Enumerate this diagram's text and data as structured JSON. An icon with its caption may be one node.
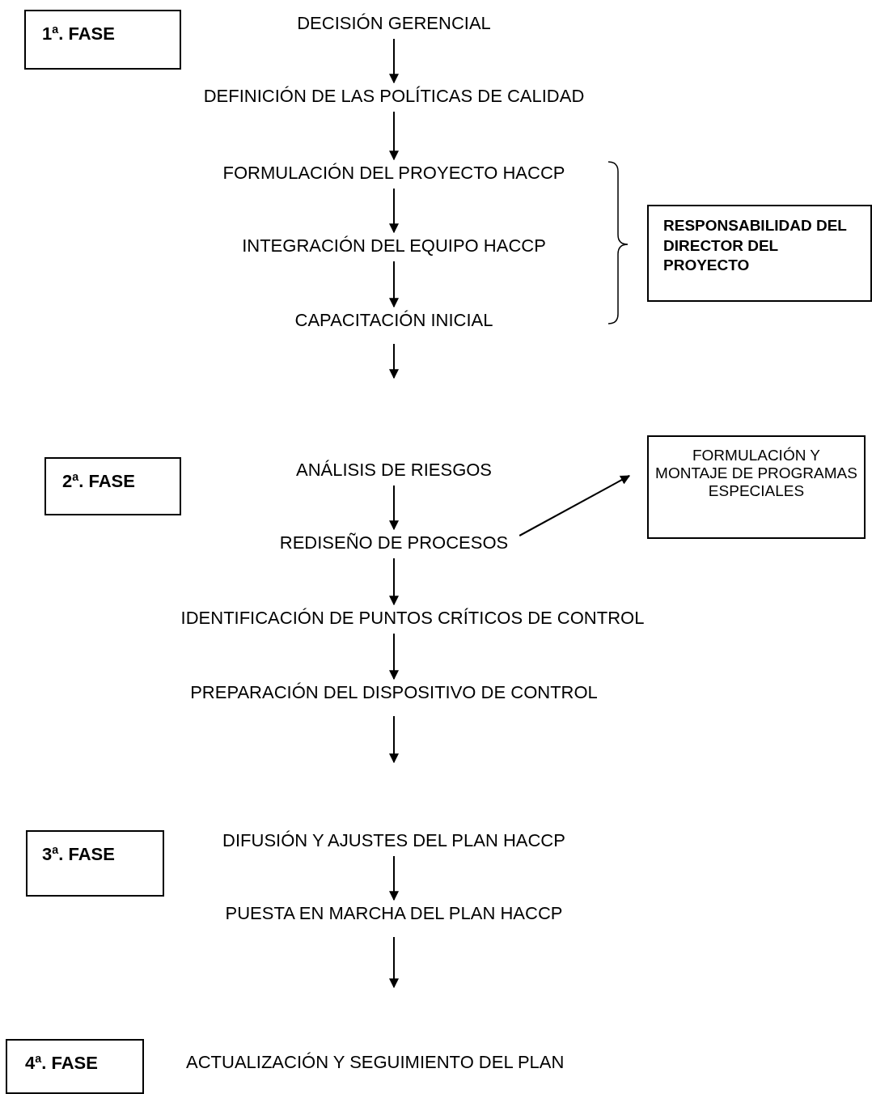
{
  "diagram": {
    "nodes": [
      {
        "text": [
          "1$^{a}$. FASE"
        ]
      },
      {
        "text": [
          "DECISIÓN GERENCIAL"
        ]
      },
      {
        "text": [
          "DEFINICIÓN DE LAS POLÍTICAS DE CALIDAD"
        ]
      },
      {
        "text": [
          "FORMULACIÓN DEL PROYECTO HACCP"
        ]
      },
      {
        "text": [
          "INTEGRACIÓN DEL EQUIPO HACCP"
        ]
      },
      {
        "text": [
          "CAPACITACIÓN INICIAL"
        ]
      },
      {
        "text": [
          "RESPONSABILIDAD DEL DIRECTOR DEL PROYECTO"
        ]
      },
      {
        "text": [
          "2$^{a}$. FASE"
        ]
      },
      {
        "text": [
          "ANÁLISIS DE RIESGOS"
        ]
      },
      {
        "text": [
          "FORMULACIÓN Y MONTAJE DE PROGRAMAS ESPECIALES"
        ]
      },
      {
        "text": [
          "REDISEÑO DE PROCESOS"
        ]
      },
      {
        "text": [
          "IDENTIFICACIÓN DE PUNTOS CRÍTICOS DE CONTROL"
        ]
      },
      {
        "text": [
          "PREPARACIÓN DEL DISPOSITIVO DE CONTROL"
        ]
      },
      {
        "text": [
          "3$^{a}$. FASE"
        ]
      },
      {
        "text": [
          "DIFUSIÓN Y AJUSTES DEL PLAN HACCP"
        ]
      },
      {
        "text": [
          "PUESTA EN MARCHA DEL PLAN HACCP"
        ]
      },
      {
        "text": [
          "4$^{a}$. FASE"
        ]
      },
      {
        "text": [
          "ACTUALIZACIÓN Y SEGUIMIENTO DEL PLAN"
        ]
      }
    ],
    "edges": [
      {
        "from": 1,
        "to": 2,
        "arrow": "to"
      },
      {
        "from": 2,
        "to": 3,
        "arrow": "to"
      },
      {
        "from": 3,
        "to": 4,
        "arrow": "to"
      },
      {
        "from": 4,
        "to": 5,
        "arrow": "to"
      },
      {
        "from": 5,
        "to": null,
        "arrow": "to"
      },
      {
        "from": 8,
        "to": 10,
        "arrow": "to"
      },
      {
        "from": 10,
        "to": 9,
        "arrow": "to"
      },
      {
        "from": 10,
        "to": 11,
        "arrow": "to"
      },
      {
        "from": 11,
        "to": 12,
        "arrow": "to"
      },
      {
        "from": 12,
        "to": null,
        "arrow": "to"
      },
      {
        "from": 14,
        "to": 15,
        "arrow": "to"
      },
      {
        "from": 15,
        "to": null,
        "arrow": "to"
      }
    ]
  }
}
